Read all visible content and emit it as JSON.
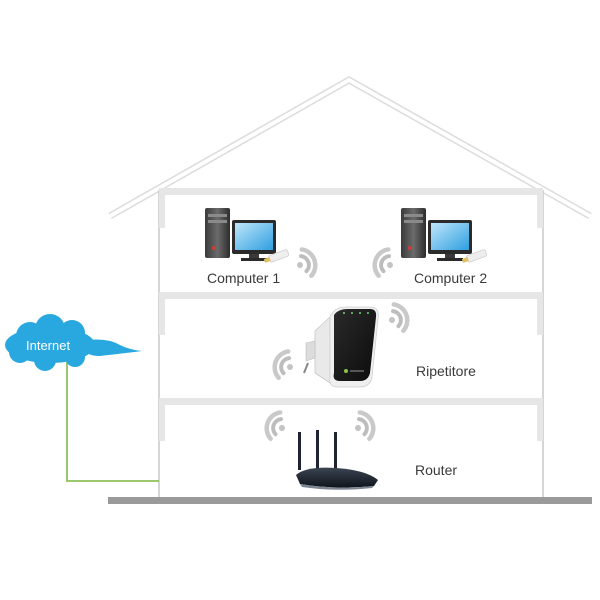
{
  "diagram": {
    "title": "Wi-Fi repeater home network",
    "cloud": {
      "label": "Internet",
      "color": "#29a8e0"
    },
    "cable_color": "#8dc05a",
    "floors": [
      {
        "name": "top-floor",
        "devices": [
          {
            "label": "Computer 1"
          },
          {
            "label": "Computer 2"
          }
        ]
      },
      {
        "name": "middle-floor",
        "devices": [
          {
            "label": "Ripetitore"
          }
        ]
      },
      {
        "name": "ground-floor",
        "devices": [
          {
            "label": "Router"
          }
        ]
      }
    ],
    "icons": {
      "cloud": "cloud-icon",
      "computer": "desktop-computer-icon",
      "repeater": "wifi-repeater-icon",
      "router": "wireless-router-icon",
      "signal": "wifi-signal-icon",
      "usb": "usb-wifi-adapter-icon"
    }
  }
}
